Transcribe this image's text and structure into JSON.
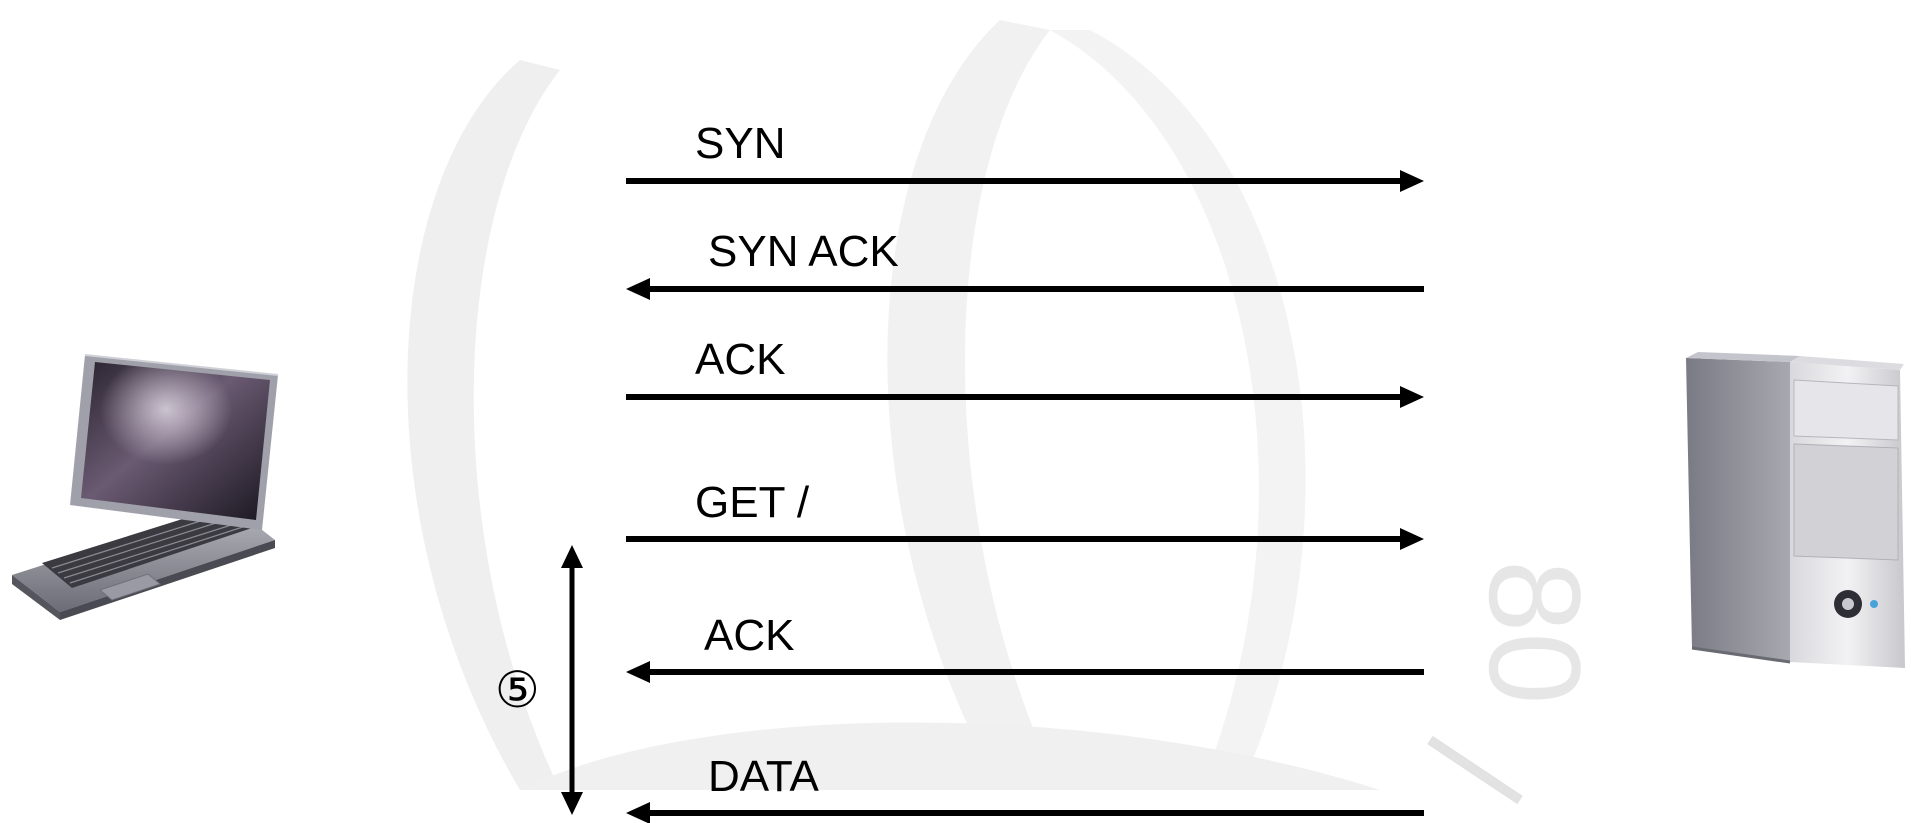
{
  "client": {
    "icon": "laptop-icon"
  },
  "server": {
    "icon": "server-tower-icon"
  },
  "watermark_text": "80",
  "messages": [
    {
      "label": "SYN",
      "direction": "client-to-server"
    },
    {
      "label": "SYN ACK",
      "direction": "server-to-client"
    },
    {
      "label": "ACK",
      "direction": "client-to-server"
    },
    {
      "label": "GET /",
      "direction": "client-to-server"
    },
    {
      "label": "ACK",
      "direction": "server-to-client"
    },
    {
      "label": "DATA",
      "direction": "server-to-client"
    }
  ],
  "interval_marker": {
    "label": "⑤"
  },
  "colors": {
    "arrow": "#000000",
    "watermark": "#ececec"
  }
}
